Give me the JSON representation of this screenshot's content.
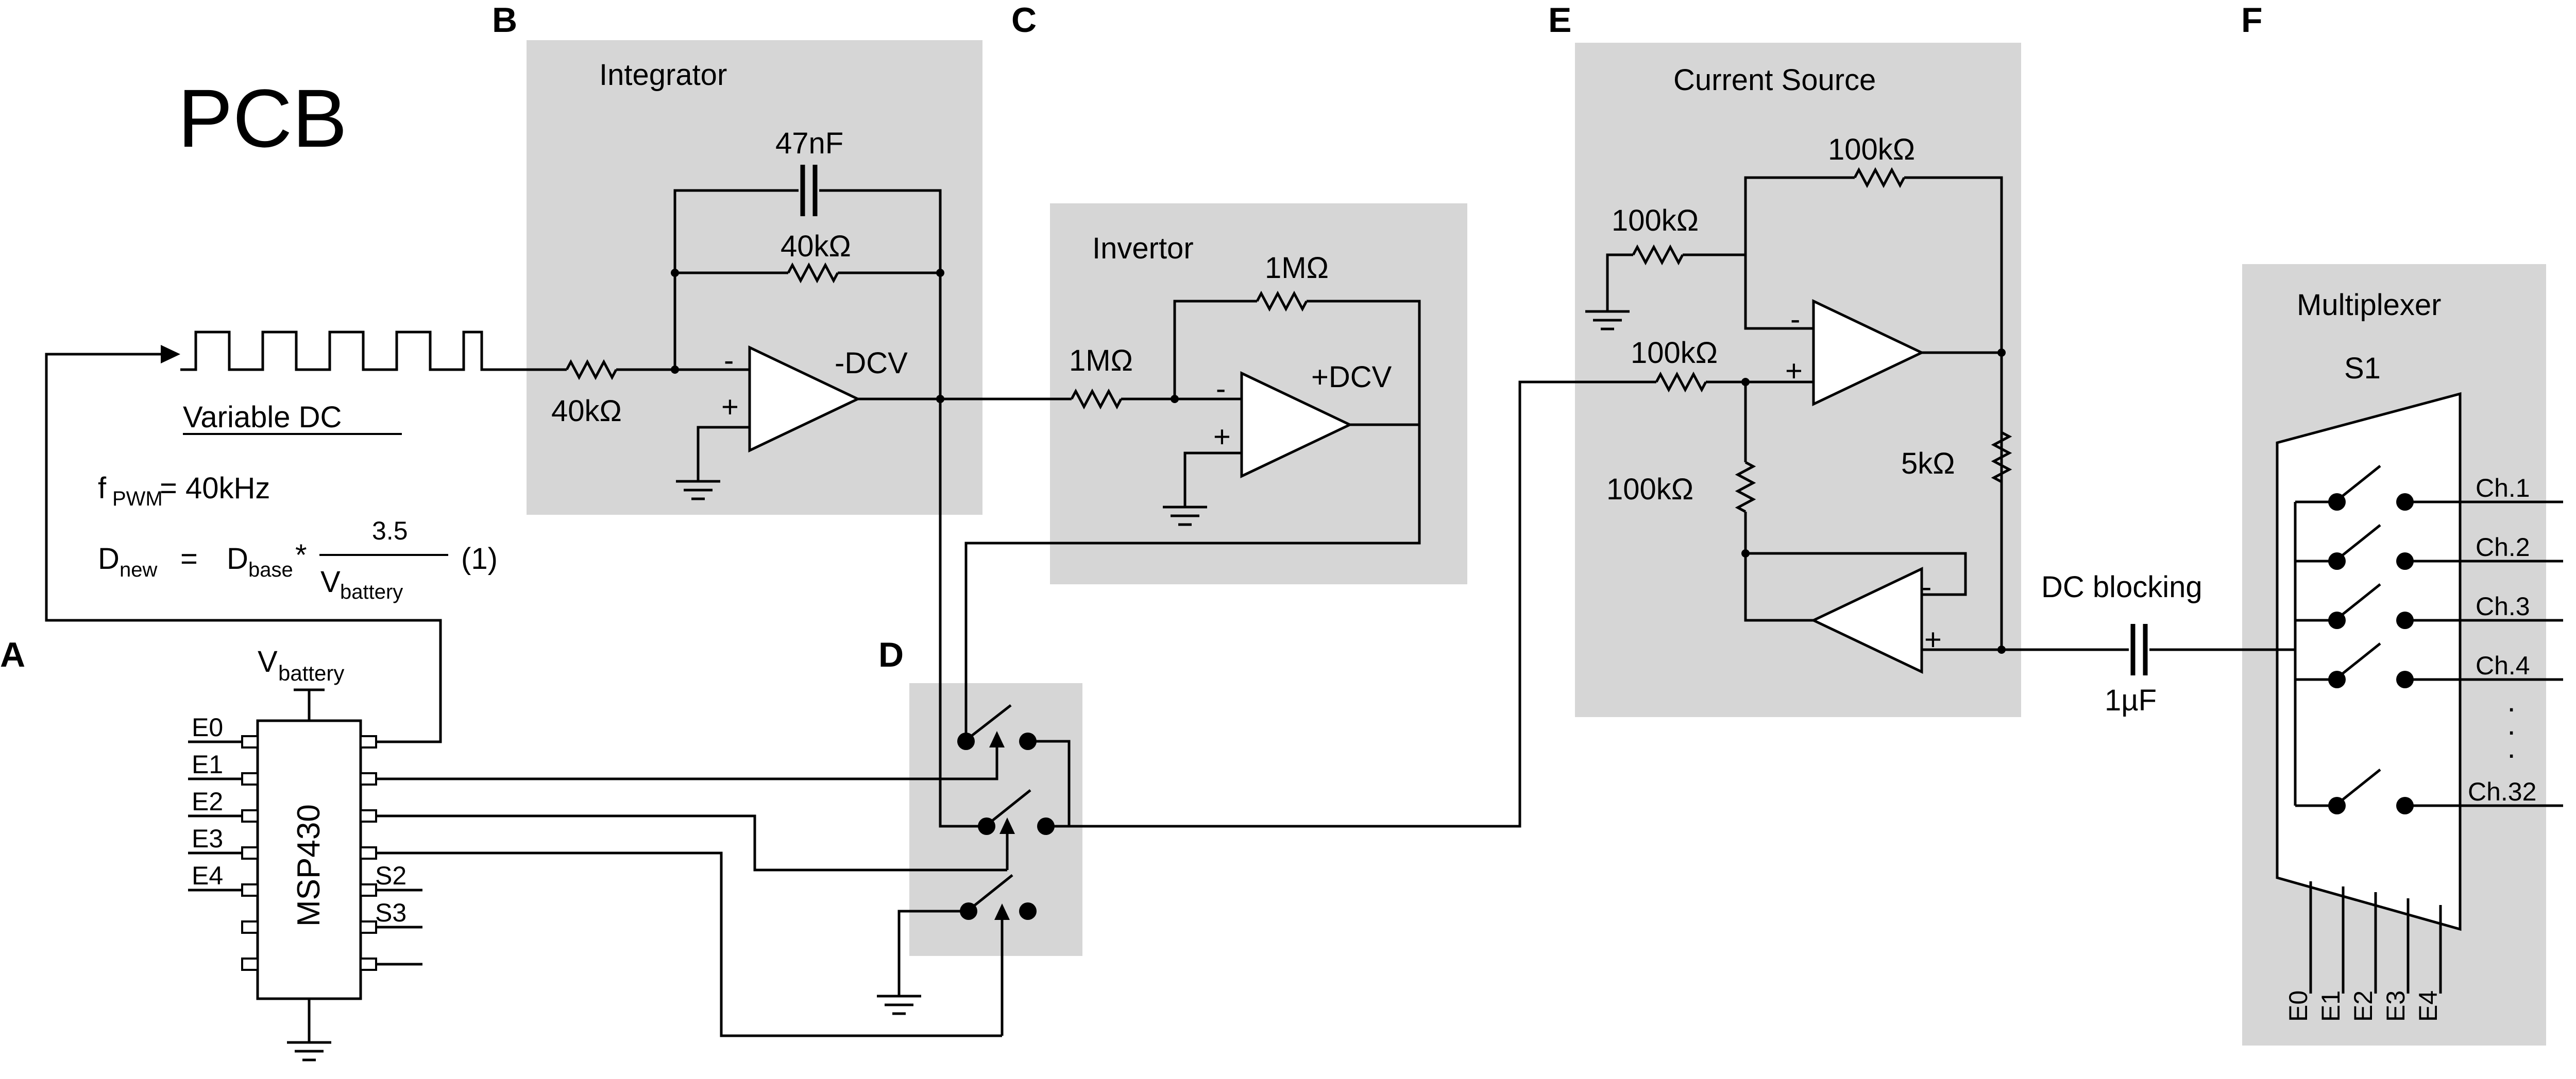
{
  "title": "PCB",
  "panels": {
    "A": "A",
    "B": "B",
    "C": "C",
    "D": "D",
    "E": "E",
    "F": "F"
  },
  "blocks": {
    "integrator": "Integrator",
    "invertor": "Invertor",
    "current_source": "Current Source",
    "multiplexer": "Multiplexer"
  },
  "pwm": {
    "label": "Variable DC",
    "f_main": "f",
    "f_sub": "PWM",
    "f_value": "= 40kHz",
    "eq_dnew_main": "D",
    "eq_dnew_sub": "new",
    "eq_equals": "=",
    "eq_dbase_main": "D",
    "eq_dbase_sub": "base",
    "eq_mul": "*",
    "eq_num": "3.5",
    "eq_den_main": "V",
    "eq_den_sub": "battery",
    "eq_ref": "(1)"
  },
  "integrator": {
    "cap": "47nF",
    "feedback_res": "40kΩ",
    "input_res": "40kΩ",
    "output": "-DCV"
  },
  "invertor": {
    "input_res": "1MΩ",
    "feedback_res": "1MΩ",
    "output": "+DCV"
  },
  "current_source": {
    "r_top": "100kΩ",
    "r_ground": "100kΩ",
    "r_input": "100kΩ",
    "r_lower": "100kΩ",
    "r_sense": "5kΩ"
  },
  "opamp": {
    "minus": "-",
    "plus": "+"
  },
  "coupling": {
    "label": "DC blocking",
    "cap": "1µF"
  },
  "mcu": {
    "name": "MSP430",
    "supply_main": "V",
    "supply_sub": "battery",
    "left_pins": [
      "E0",
      "E1",
      "E2",
      "E3",
      "E4"
    ],
    "right_pins": [
      "S2",
      "S3"
    ]
  },
  "mux": {
    "switch_label": "S1",
    "channels": [
      "Ch.1",
      "Ch.2",
      "Ch.3",
      "Ch.4",
      "Ch.32"
    ],
    "ellipsis": "·",
    "enable_pins": [
      "E0",
      "E1",
      "E2",
      "E3",
      "E4"
    ]
  }
}
